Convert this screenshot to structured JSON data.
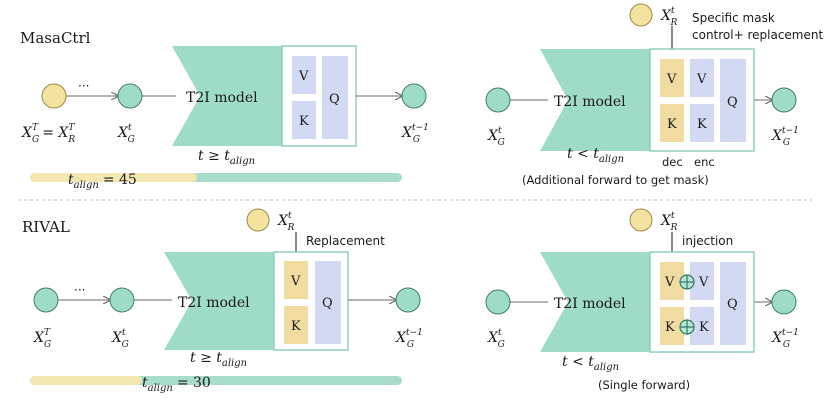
{
  "colors": {
    "node": "#9fdcc8",
    "node_stroke": "#3f7f6c",
    "source_node": "#f3e39f",
    "source_stroke": "#9c8a48",
    "model": "#9fdcc8",
    "box_border": "#8fcfbc",
    "kv_block": "#f0dca0",
    "kv_block_blue": "#d4d9f3",
    "q_block": "#d4d9f3",
    "bar_track": "#a8dccb",
    "bar_fill": "#f3e7b2",
    "arrow": "#6b6b6b"
  },
  "panels": {
    "masactrl": {
      "name": "MasaCtrl",
      "dots": "···",
      "model_label": "T2I model",
      "v": "V",
      "k": "K",
      "q": "Q",
      "cond_t": "t ≥ t",
      "cond_sub": "align",
      "x_left": "X",
      "x_left_sup": "T",
      "x_left_sub": "G",
      "x_eq": "= X",
      "x_eq_sup": "T",
      "x_eq_sub": "R",
      "x_mid": "X",
      "x_mid_sup": "t",
      "x_mid_sub": "G",
      "x_right": "X",
      "x_right_sup": "t−1",
      "x_right_sub": "G",
      "talign_t": "t",
      "talign_sub": "align",
      "talign_val": "= 45",
      "bar_fraction": 0.45
    },
    "masactrl_right": {
      "model_label": "T2I model",
      "v_dec": "V",
      "k_dec": "K",
      "v_enc": "V",
      "k_enc": "K",
      "q": "Q",
      "dec": "dec",
      "enc": "enc",
      "ann_line1": "Specific mask",
      "ann_line2": "control+ replacement",
      "xr": "X",
      "xr_sup": "t",
      "xr_sub": "R",
      "x_left": "X",
      "x_left_sup": "t",
      "x_left_sub": "G",
      "x_right": "X",
      "x_right_sup": "t−1",
      "x_right_sub": "G",
      "cond_t": "t < t",
      "cond_sub": "align",
      "caption": "(Additional forward to get mask)"
    },
    "rival": {
      "name": "RIVAL",
      "dots": "···",
      "model_label": "T2I model",
      "v": "V",
      "k": "K",
      "q": "Q",
      "ann": "Replacement",
      "xr": "X",
      "xr_sup": "t",
      "xr_sub": "R",
      "x_left": "X",
      "x_left_sup": "T",
      "x_left_sub": "G",
      "x_mid": "X",
      "x_mid_sup": "t",
      "x_mid_sub": "G",
      "x_right": "X",
      "x_right_sup": "t−1",
      "x_right_sub": "G",
      "cond_t": "t ≥ t",
      "cond_sub": "align",
      "talign_t": "t",
      "talign_sub": "align",
      "talign_val": "= 30",
      "bar_fraction": 0.3
    },
    "rival_right": {
      "model_label": "T2I model",
      "v1": "V",
      "k1": "K",
      "v2": "V",
      "k2": "K",
      "q": "Q",
      "ann": "injection",
      "xr": "X",
      "xr_sup": "t",
      "xr_sub": "R",
      "x_left": "X",
      "x_left_sup": "t",
      "x_left_sub": "G",
      "x_right": "X",
      "x_right_sup": "t−1",
      "x_right_sub": "G",
      "cond_t": "t < t",
      "cond_sub": "align",
      "caption": "(Single forward)"
    }
  }
}
